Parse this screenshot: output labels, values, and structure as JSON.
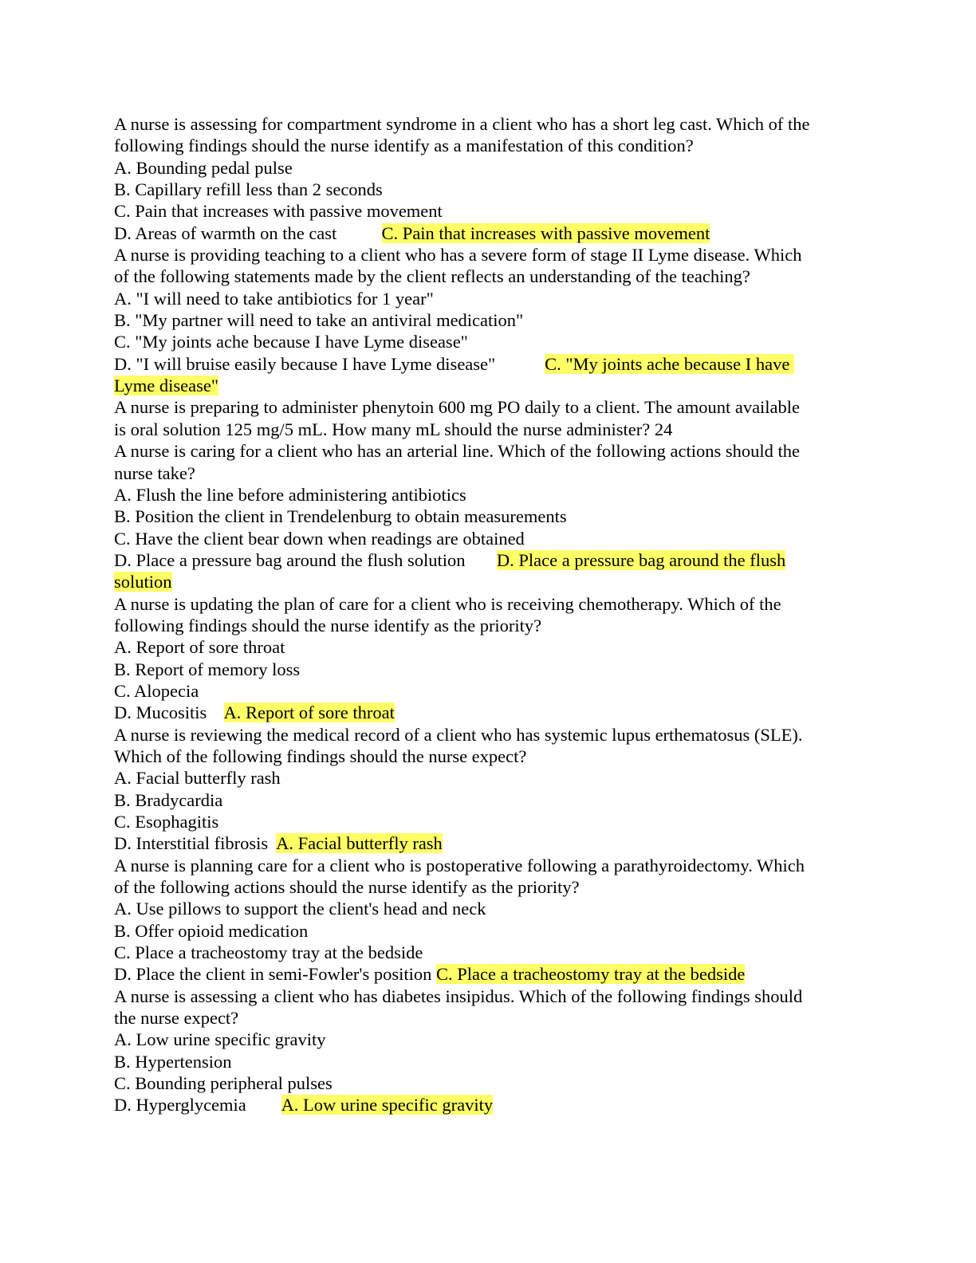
{
  "highlight_color": "#ffff66",
  "questions": [
    {
      "stem_lines": [
        "A nurse is assessing for compartment syndrome in a client who has a short leg cast. Which of the",
        "following findings should the nurse identify as a manifestation of this condition?"
      ],
      "options": [
        "A. Bounding pedal pulse",
        "B. Capillary refill less than 2 seconds",
        "C. Pain that increases with passive movement"
      ],
      "last_option": "D. Areas of warmth on the cast",
      "gap": "          ",
      "answer": "C. Pain that increases with passive movement",
      "answer_cont": ""
    },
    {
      "stem_lines": [
        "A nurse is providing teaching to a client who has a severe form of stage II Lyme disease. Which",
        "of the following statements made by the client reflects an understanding of the teaching?"
      ],
      "options": [
        "A. \"I will need to take antibiotics for 1 year\"",
        "B. \"My partner will need to take an antiviral medication\"",
        "C. \"My joints ache because I have Lyme disease\""
      ],
      "last_option": "D. \"I will bruise easily because I have Lyme disease\"",
      "gap": "           ",
      "answer": "C. \"My joints ache because I have ",
      "answer_cont": "Lyme disease\""
    },
    {
      "stem_lines": [
        "A nurse is preparing to administer phenytoin 600 mg PO daily to a client. The amount available",
        "is oral solution 125 mg/5 mL. How many mL should the nurse administer? 24"
      ],
      "options": [],
      "last_option": "",
      "gap": "",
      "answer": "",
      "answer_cont": ""
    },
    {
      "stem_lines": [
        "A nurse is caring for a client who has an arterial line. Which of the following actions should the",
        "nurse take?"
      ],
      "options": [
        "A. Flush the line before administering antibiotics",
        "B. Position the client in Trendelenburg to obtain measurements",
        "C. Have the client bear down when readings are obtained"
      ],
      "last_option": "D. Place a pressure bag around the flush solution",
      "gap": "       ",
      "answer": "D. Place a pressure bag around the flush",
      "answer_cont": "solution"
    },
    {
      "stem_lines": [
        "A nurse is updating the plan of care for a client who is receiving chemotherapy. Which of the",
        "following findings should the nurse identify as the priority?"
      ],
      "options": [
        "A. Report of sore throat",
        "B. Report of memory loss",
        "C. Alopecia"
      ],
      "last_option": "D. Mucositis",
      "gap": "    ",
      "answer": "A. Report of sore throat",
      "answer_cont": ""
    },
    {
      "stem_lines": [
        "A nurse is reviewing the medical record of a client who has systemic lupus erthematosus (SLE).",
        "Which of the following findings should the nurse expect?"
      ],
      "options": [
        "A. Facial butterfly rash",
        "B. Bradycardia",
        "C. Esophagitis"
      ],
      "last_option": "D. Interstitial fibrosis",
      "gap": "  ",
      "answer": "A. Facial butterfly rash",
      "answer_cont": ""
    },
    {
      "stem_lines": [
        "A nurse is planning care for a client who is postoperative following a parathyroidectomy. Which",
        "of the following actions should the nurse identify as the priority?"
      ],
      "options": [
        "A. Use pillows to support the client's head and neck",
        "B. Offer opioid medication",
        "C. Place a tracheostomy tray at the bedside"
      ],
      "last_option": "D. Place the client in semi-Fowler's position",
      "gap": " ",
      "answer": "C. Place a tracheostomy tray at the bedside",
      "answer_cont": ""
    },
    {
      "stem_lines": [
        "A nurse is assessing a client who has diabetes insipidus. Which of the following findings should",
        "the nurse expect?"
      ],
      "options": [
        "A. Low urine specific gravity",
        "B. Hypertension",
        "C. Bounding peripheral pulses"
      ],
      "last_option": "D. Hyperglycemia",
      "gap": "        ",
      "answer": "A. Low urine specific gravity",
      "answer_cont": ""
    }
  ]
}
